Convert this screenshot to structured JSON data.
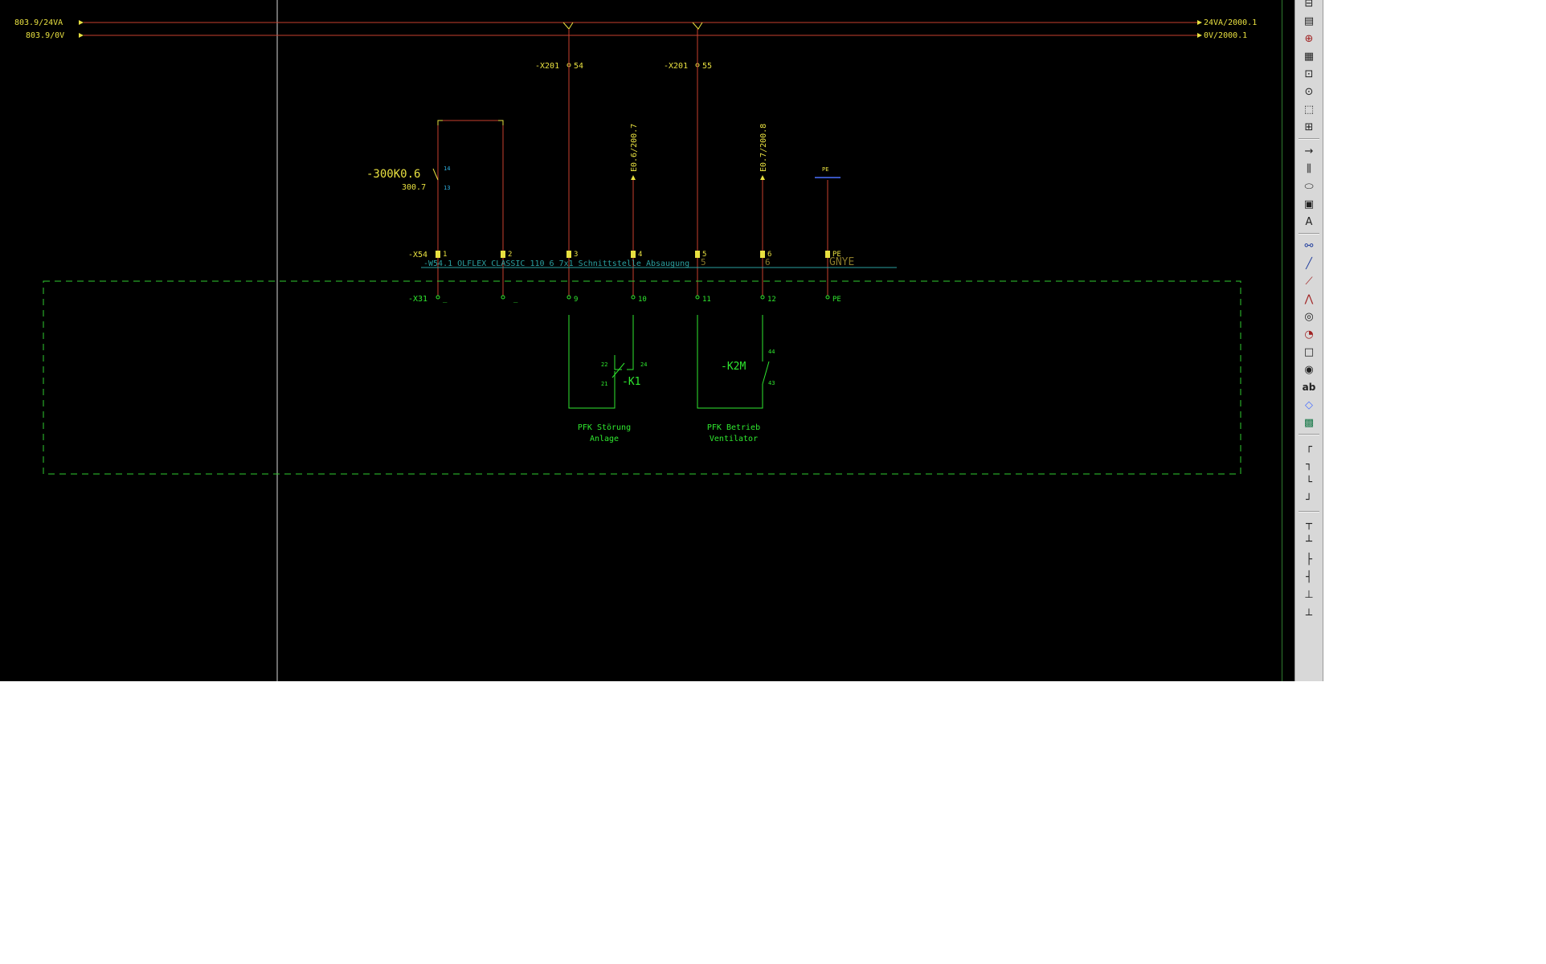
{
  "power_rails": {
    "rail_24v_left": "803.9/24VA",
    "rail_0v_left": "803.9/0V",
    "rail_24v_right": "24VA/2000.1",
    "rail_0v_right": "0V/2000.1"
  },
  "terminals_x201": {
    "left": "-X201",
    "left_num": "54",
    "right": "-X201",
    "right_num": "55"
  },
  "device_300k": {
    "name": "-300K0.6",
    "ref": "300.7",
    "pin_top": "14",
    "pin_bottom": "13"
  },
  "signals": {
    "signal_1": "E0.6/200.7",
    "signal_2": "E0.7/200.8"
  },
  "pe_label": "PE",
  "terminal_strip_top": {
    "name": "-X54",
    "pins": [
      "1",
      "2",
      "3",
      "4",
      "5",
      "6",
      "PE"
    ],
    "sub_label_5": "5",
    "sub_label_6": "6"
  },
  "cable": {
    "label": "-W54.1 OLFLEX CLASSIC 110 6 7x1 Schnittstelle Absaugung",
    "color_code": "GNYE"
  },
  "terminal_strip_bottom": {
    "name": "-X31",
    "pins": [
      "_",
      "_",
      "9",
      "10",
      "11",
      "12",
      "PE"
    ]
  },
  "contacts": {
    "k1_name": "-K1",
    "k1_pin_22": "22",
    "k1_pin_24": "24",
    "k1_pin_21": "21",
    "k2m_name": "-K2M",
    "k2m_pin_44": "44",
    "k2m_pin_43": "43"
  },
  "descriptions": {
    "k1_line1": "PFK Störung",
    "k1_line2": "Anlage",
    "k2m_line1": "PFK Betrieb",
    "k2m_line2": "Ventilator"
  },
  "colors": {
    "background": "#000000",
    "wire_red": "#c8402e",
    "text_yellow": "#e8e040",
    "text_green": "#2fe82f",
    "dashed_green": "#2fcc2f",
    "cable_cyan": "#2aa0a0",
    "pe_blue": "#4a70ff",
    "pin_cyan": "#30b0e0"
  },
  "toolbar": {
    "icons": [
      "symbol-icon",
      "terminal-icon",
      "plug-icon",
      "device-icon",
      "black-box-icon",
      "pin-icon",
      "dashed-box-icon",
      "structure-icon",
      "interruption-icon",
      "cable-icon",
      "ellipse-icon",
      "placeholder-icon",
      "text-icon",
      "link-icon",
      "line-icon",
      "polyline-icon",
      "polygon-icon",
      "circle-icon",
      "arc-icon",
      "rectangle-icon",
      "eye-icon",
      "ab-text-icon",
      "diamond-icon",
      "image-icon",
      "angle-top-left-icon",
      "angle-top-right-icon",
      "angle-bottom-left-icon",
      "angle-bottom-right-icon",
      "tee-down-icon",
      "tee-up-icon",
      "tee-right-icon",
      "tee-left-icon",
      "arrow-up-junction-icon",
      "crossing-icon"
    ]
  }
}
